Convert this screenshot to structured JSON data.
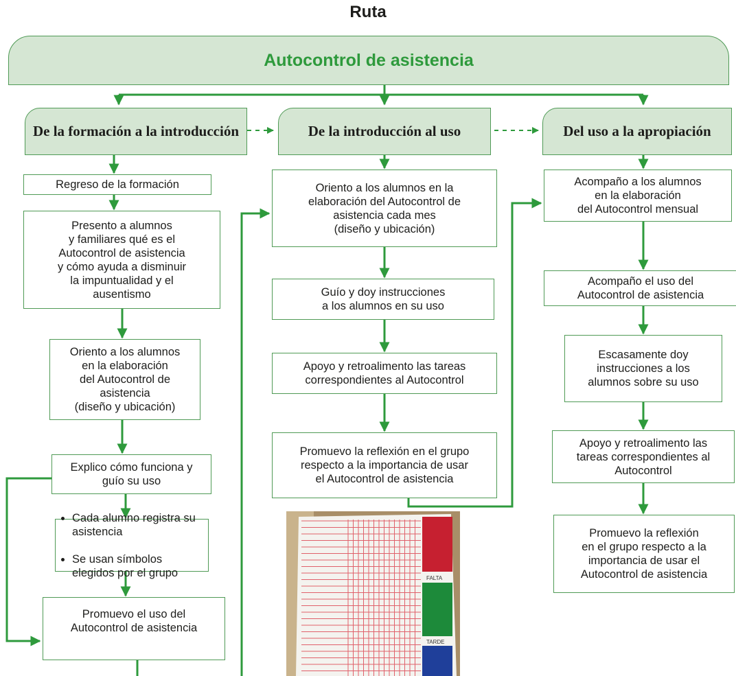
{
  "title": "Ruta",
  "root": "Autocontrol de asistencia",
  "phases": [
    "De la formación a la introducción",
    "De la introducción al uso",
    "Del uso a la apropiación"
  ],
  "col1": {
    "steps": [
      "Regreso de la formación",
      "Presento a alumnos\ny familiares qué es el\nAutocontrol de asistencia\ny cómo ayuda a disminuir\nla impuntualidad y el\nausentismo",
      "Oriento a los alumnos\nen la elaboración\ndel Autocontrol de\nasistencia\n(diseño y ubicación)",
      "Explico cómo funciona y\nguío su uso"
    ],
    "bullets": [
      "Cada alumno registra su asistencia",
      "Se usan símbolos elegidos por el grupo"
    ],
    "last": "Promuevo el uso del\nAutocontrol de asistencia"
  },
  "col2": {
    "steps": [
      "Oriento a los alumnos en la\nelaboración del Autocontrol de\nasistencia cada mes\n(diseño y ubicación)",
      "Guío y doy instrucciones\na los alumnos en su uso",
      "Apoyo y retroalimento las tareas\ncorrespondientes al Autocontrol",
      "Promuevo la reflexión en el grupo\nrespecto a la importancia de usar\nel Autocontrol de asistencia"
    ]
  },
  "col3": {
    "steps": [
      "Acompaño a los alumnos\nen la elaboración\ndel Autocontrol mensual",
      "Acompaño el uso del\nAutocontrol de asistencia",
      "Escasamente doy\ninstrucciones a los\nalumnos sobre su uso",
      "Apoyo y retroalimento las\ntareas correspondientes al\nAutocontrol",
      "Promuevo la reflexión\nen el grupo respecto a la\nimportancia de usar el\nAutocontrol de asistencia"
    ]
  },
  "photo": {
    "label_falta": "FALTA",
    "label_tarde": "TARDE"
  },
  "colors": {
    "accent_green": "#2e9a3c",
    "line_green": "#4f9a55",
    "header_fill": "#d5e6d3"
  }
}
